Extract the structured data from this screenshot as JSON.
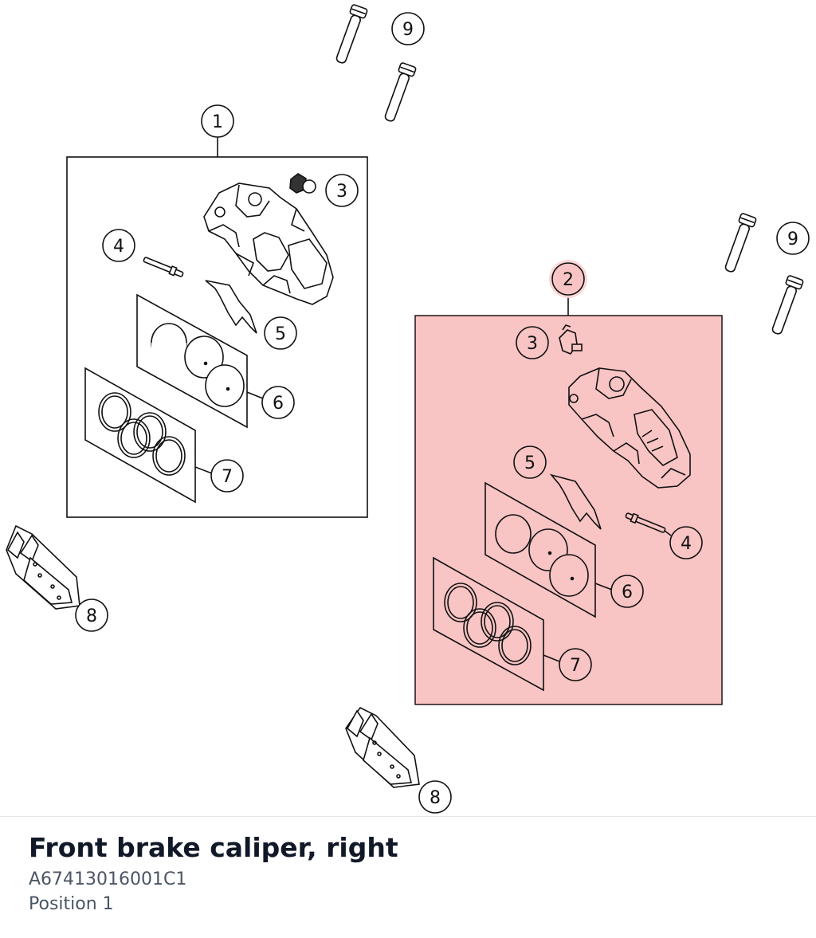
{
  "part": {
    "title": "Front brake caliper, right",
    "number": "A67413016001C1",
    "position": "Position 1"
  },
  "callouts": {
    "c1": "1",
    "c2": "2",
    "c3a": "3",
    "c3b": "3",
    "c4a": "4",
    "c4b": "4",
    "c5a": "5",
    "c5b": "5",
    "c6a": "6",
    "c6b": "6",
    "c7a": "7",
    "c7b": "7",
    "c8a": "8",
    "c8b": "8",
    "c9a": "9",
    "c9b": "9"
  },
  "colors": {
    "highlight_fill": "#f9c4c4",
    "highlight_stroke": "#e57373",
    "line": "#111111"
  }
}
